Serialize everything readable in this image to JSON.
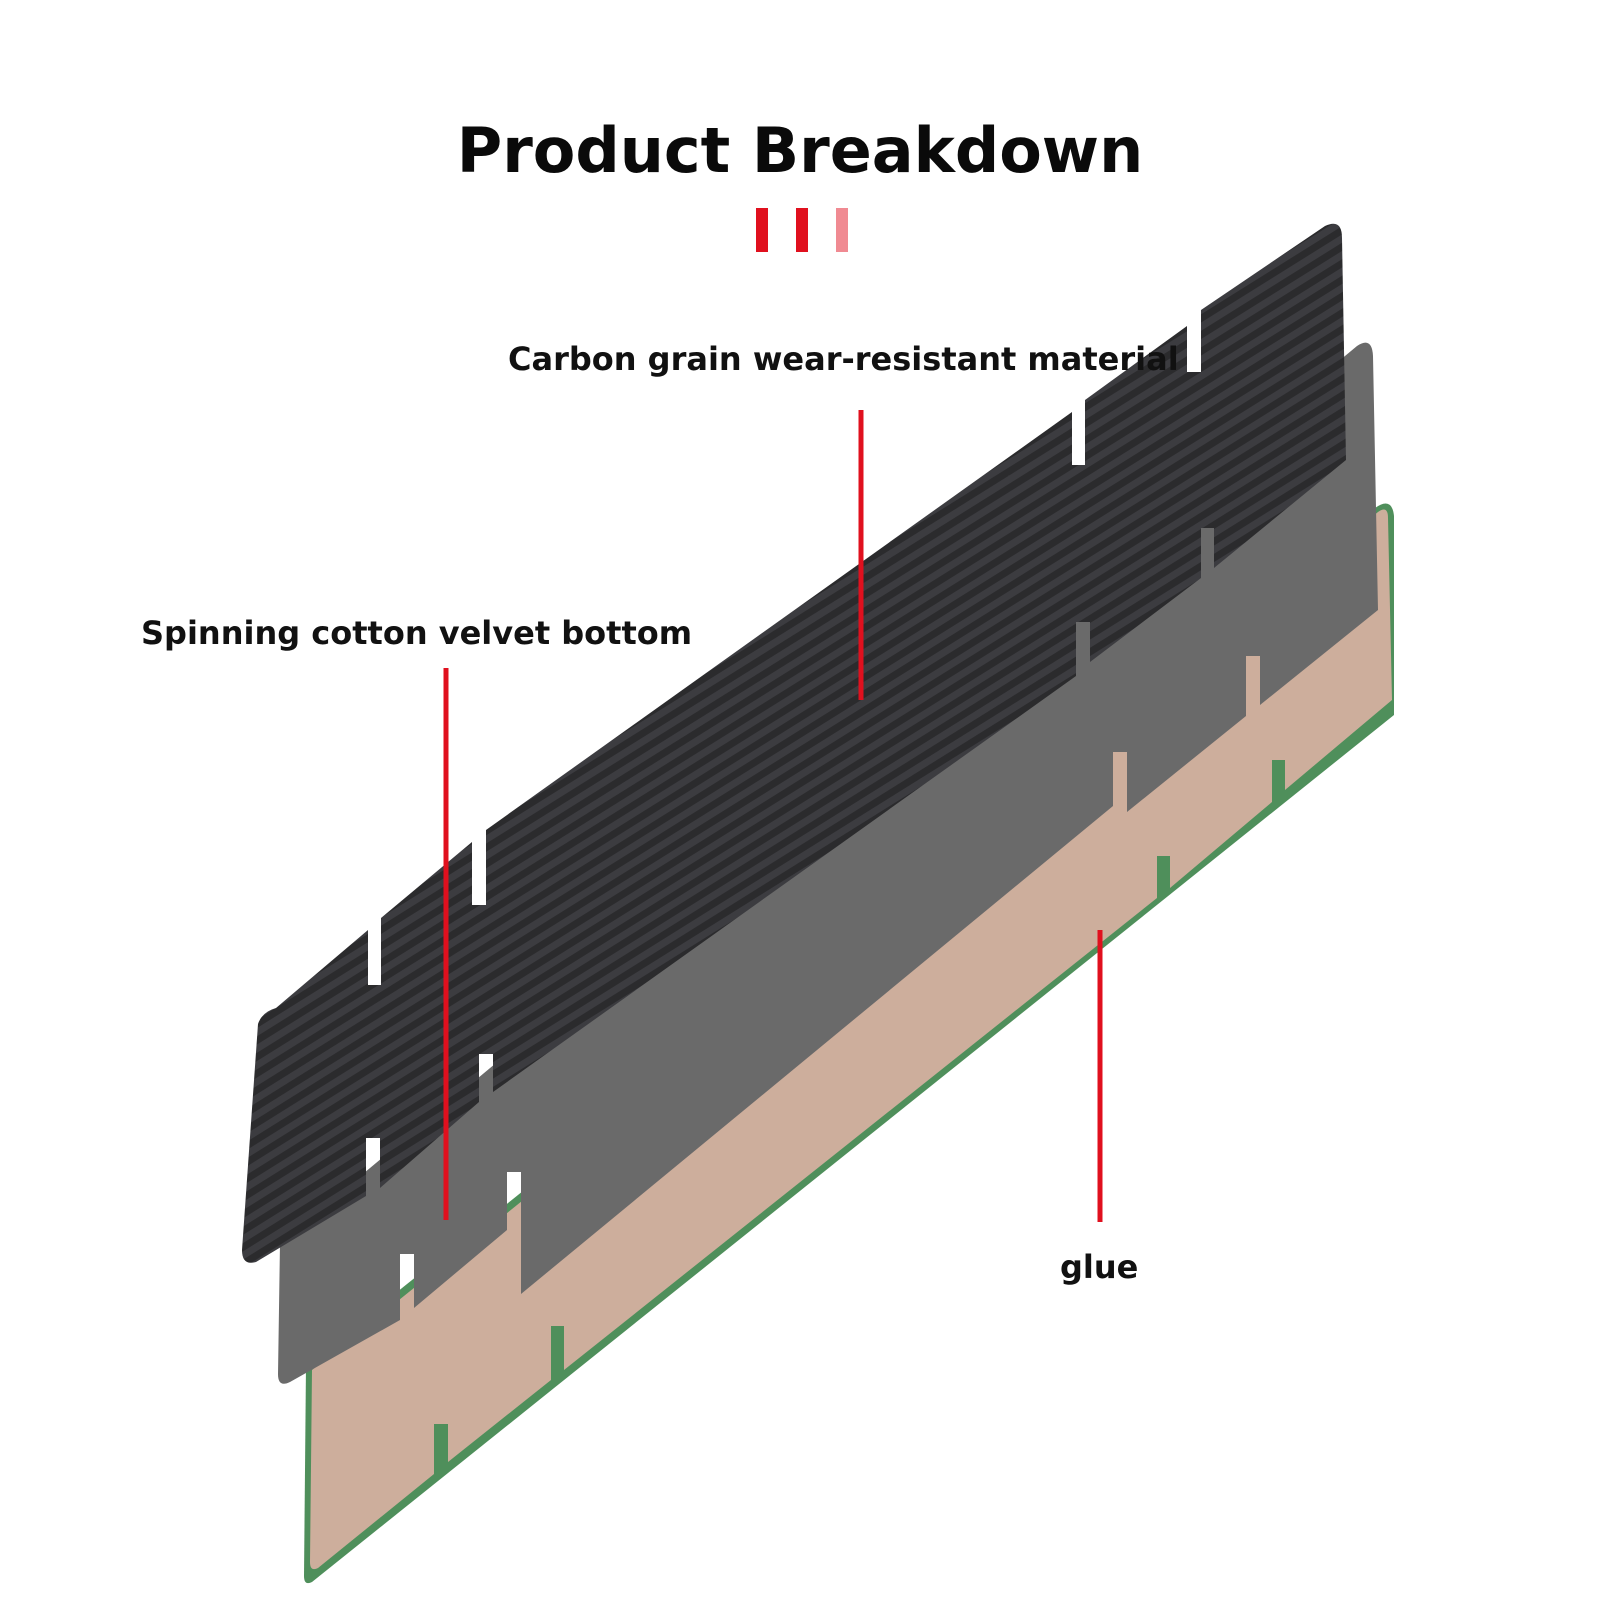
{
  "header": {
    "title": "Product Breakdown",
    "marks": [
      {
        "color": "#e0101e"
      },
      {
        "color": "#e0101e"
      },
      {
        "color": "#f08a92"
      }
    ]
  },
  "layers": [
    {
      "key": "carbon",
      "fill": "#2b2b2d",
      "stripe": "#3c3c40"
    },
    {
      "key": "velvet",
      "fill": "#6a6a6a"
    },
    {
      "key": "glue",
      "fill": "#cdae9c",
      "edge": "#4f8f5b"
    }
  ],
  "labels": {
    "carbon": "Carbon grain wear-resistant material",
    "velvet": "Spinning cotton velvet bottom",
    "glue": "glue"
  },
  "colors": {
    "leader": "#e0101e"
  }
}
